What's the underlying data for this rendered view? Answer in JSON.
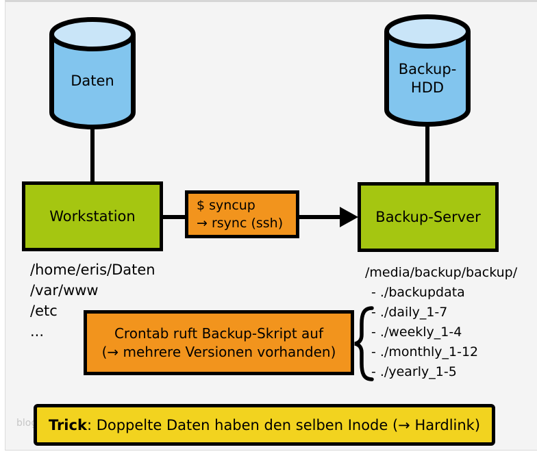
{
  "diagram": {
    "cylinders": {
      "daten": {
        "label": "Daten"
      },
      "backup_hdd": {
        "line1": "Backup-",
        "line2": "HDD"
      }
    },
    "nodes": {
      "workstation": "Workstation",
      "backup_server": "Backup-Server"
    },
    "syncup": {
      "line1": "$ syncup",
      "line2": "→ rsync (ssh)"
    },
    "left_paths": {
      "items": [
        "/home/eris/Daten",
        "/var/www",
        "/etc",
        "..."
      ]
    },
    "crontab": {
      "line1": "Crontab ruft Backup-Skript auf",
      "line2": "(→ mehrere Versionen vorhanden)"
    },
    "right_paths": {
      "root": "/media/backup/backup/",
      "items": [
        "- ./backupdata",
        "- ./daily_1-7",
        "- ./weekly_1-4",
        "- ./monthly_1-12",
        "- ./yearly_1-5"
      ]
    },
    "trick": {
      "prefix": "Trick",
      "text": ": Doppelte Daten haben den selben Inode (→ Hardlink)"
    },
    "watermark": "blog"
  },
  "colors": {
    "background": "#f4f4f4",
    "node_green": "#a5c611",
    "note_orange": "#f2941d",
    "trick_yellow": "#f2d31f",
    "cylinder_blue": "#82c5ee",
    "cylinder_top_blue": "#c9e5f8",
    "line_black": "#000000"
  }
}
